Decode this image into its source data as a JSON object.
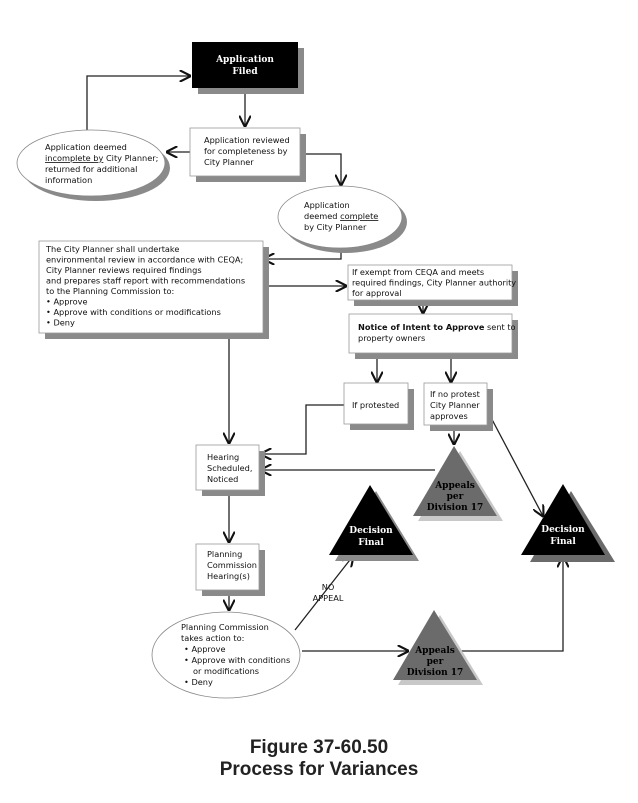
{
  "figure": {
    "number": "Figure 37-60.50",
    "title": "Process for Variances"
  },
  "colors": {
    "box_fill": "#ffffff",
    "box_stroke": "#999999",
    "shadow": "#8a8a8a",
    "dark_fill": "#000000",
    "appeal_fill": "#6b6b6b",
    "line": "#222222"
  },
  "nodes": {
    "filed": {
      "lines": [
        "Application",
        "Filed"
      ]
    },
    "reviewed": {
      "lines": [
        "Application reviewed",
        "for completeness by",
        "City Planner"
      ]
    },
    "incomplete": {
      "lines": [
        "Application deemed",
        "incomplete by",
        " City Planner;",
        "returned for additional",
        "information"
      ]
    },
    "complete": {
      "lines": [
        "Application",
        "deemed ",
        "complete",
        "by City Planner"
      ]
    },
    "ceqa": {
      "lines": [
        "The City Planner shall undertake",
        "environmental review in accordance with CEQA;",
        "City Planner reviews required findings",
        "and prepares staff report with recommendations",
        "to the Planning Commission to:"
      ],
      "bullets": [
        "Approve",
        "Approve with conditions or modifications",
        "Deny"
      ]
    },
    "exempt": {
      "lines": [
        "If exempt from CEQA and meets",
        "required findings, City Planner authority",
        "for approval"
      ]
    },
    "notice": {
      "bold": "Notice of Intent to Approve",
      "rest": " sent to",
      "line2": "property owners"
    },
    "protested": {
      "lines": [
        "If protested"
      ]
    },
    "no_protest": {
      "lines": [
        "If no protest",
        "City Planner",
        "approves"
      ]
    },
    "hearing": {
      "lines": [
        "Hearing",
        "Scheduled,",
        "Noticed"
      ]
    },
    "pc_hearing": {
      "lines": [
        "Planning",
        "Commission",
        "Hearing(s)"
      ]
    },
    "pc_action": {
      "lines": [
        "Planning Commission",
        "takes action to:"
      ],
      "bullets": [
        "Approve",
        "Approve with conditions",
        "or modifications",
        "Deny"
      ]
    },
    "appeals_top": {
      "lines": [
        "Appeals",
        "per",
        "Division 17"
      ]
    },
    "appeals_bottom": {
      "lines": [
        "Appeals",
        "per",
        "Division 17"
      ]
    },
    "decision_left": {
      "lines": [
        "Decision",
        "Final"
      ]
    },
    "decision_right": {
      "lines": [
        "Decision",
        "Final"
      ]
    },
    "no_appeal_label": {
      "lines": [
        "NO",
        "APPEAL"
      ]
    }
  }
}
